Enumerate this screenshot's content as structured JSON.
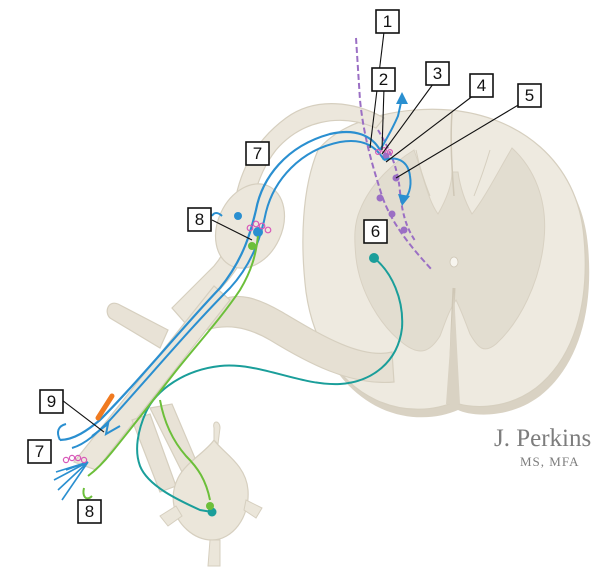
{
  "labels": [
    {
      "id": "1",
      "text": "1"
    },
    {
      "id": "2",
      "text": "2"
    },
    {
      "id": "3",
      "text": "3"
    },
    {
      "id": "4",
      "text": "4"
    },
    {
      "id": "5",
      "text": "5"
    },
    {
      "id": "6",
      "text": "6"
    },
    {
      "id": "7a",
      "text": "7"
    },
    {
      "id": "8a",
      "text": "8"
    },
    {
      "id": "9",
      "text": "9"
    },
    {
      "id": "7b",
      "text": "7"
    },
    {
      "id": "8b",
      "text": "8"
    }
  ],
  "signature": {
    "name": "J. Perkins",
    "credentials": "MS, MFA"
  },
  "colors": {
    "tissue": "#eeeae0",
    "tissue_edge": "#d6cfbf",
    "gray_matter": "#e2ddd0",
    "sensory_blue": "#2a8fd0",
    "motor_teal": "#1a9e9a",
    "autonomic_green": "#6cbf3a",
    "interneuron_purple": "#9b6fc4",
    "receptor_pink": "#d858b8",
    "lesion_orange": "#f07a20"
  }
}
